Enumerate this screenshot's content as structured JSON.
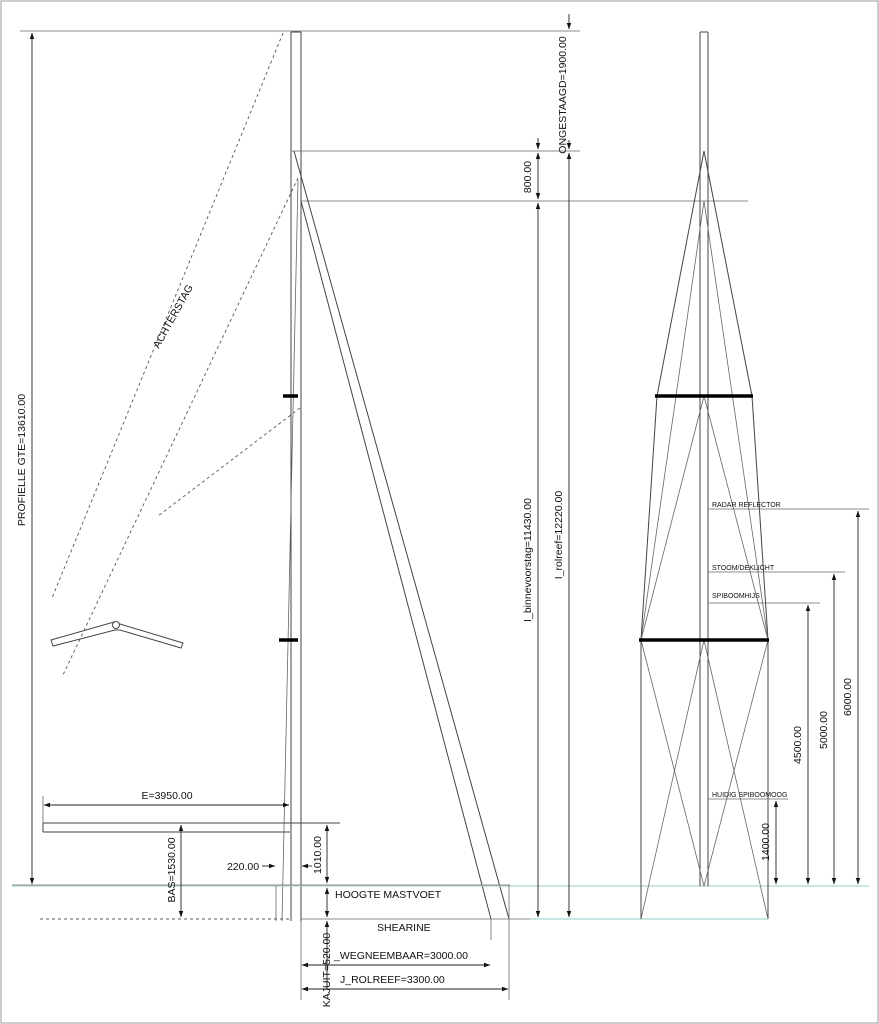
{
  "labels": {
    "ongestaagd": "ONGESTAAGD=1900.00",
    "dim_800": "800.00",
    "profielle_gte": "PROFIELLE GTE=13610.00",
    "achterstag": "ACHTERSTAG",
    "binnevoorstag": "I_binnevoorstag=11430.00",
    "rolreef": "I_rolreef=12220.00",
    "e": "E=3950.00",
    "bas": "BAS=1530.00",
    "dim_220": "220.00",
    "dim_1010": "1010.00",
    "hoogte_mastvoet": "HOOGTE MASTVOET",
    "shearine": "SHEARINE",
    "kajuit": "KAJUIT=520.00",
    "wegneembaar": "_WEGNEEMBAAR=3000.00",
    "j_rolreef": "J_ROLREEF=3300.00",
    "radar_reflector": "RADAR REFLECTOR",
    "stoom_deklicht": "STOOM/DEKLICHT",
    "spiboomhijs": "SPIBOOMHIJS",
    "huidig_spiboomoog": "HUIDIG SPIBOOMOOG",
    "dim_1400": "1400.00",
    "dim_4500": "4500.00",
    "dim_5000": "5000.00",
    "dim_6000": "6000.00"
  },
  "colors": {
    "line": "#444444",
    "waterline": "#a8d8d2",
    "spreader": "#000000"
  },
  "icons": {
    "arrow": "arrowhead",
    "boom_gooseneck": "boom-sketch-icon"
  }
}
